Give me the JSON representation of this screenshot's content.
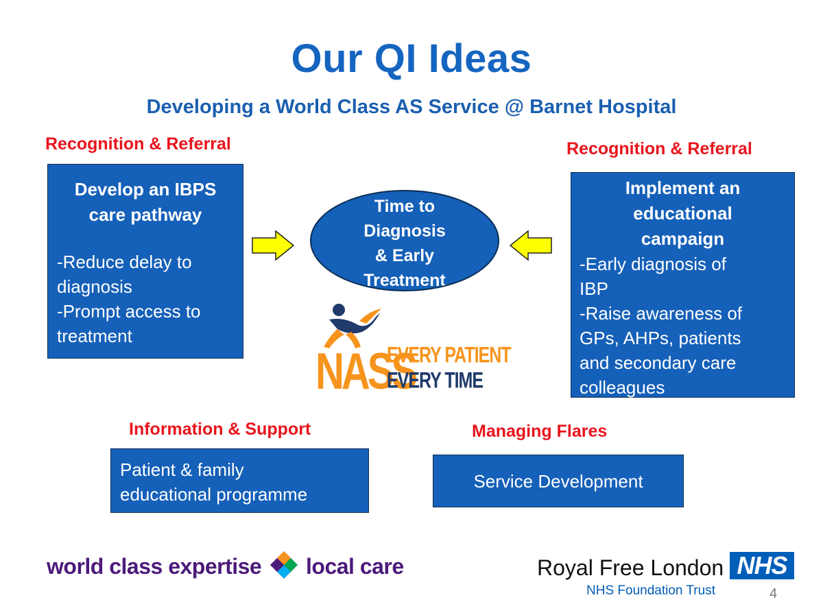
{
  "slide": {
    "title": "Our QI Ideas",
    "subtitle": "Developing a World Class AS Service @ Barnet Hospital",
    "page_number": "4"
  },
  "left_panel": {
    "label": "Recognition & Referral",
    "heading_line1": "Develop an IBPS",
    "heading_line2": "care pathway",
    "bullets": [
      "-Reduce delay to",
      "diagnosis",
      "-Prompt access to",
      "treatment"
    ]
  },
  "right_panel": {
    "label": "Recognition & Referral",
    "heading_line1": "Implement an",
    "heading_line2": "educational",
    "heading_line3": "campaign",
    "bullets": [
      "-Early diagnosis of",
      "IBP",
      "-Raise awareness of",
      "GPs, AHPs, patients",
      "and secondary care",
      "colleagues"
    ]
  },
  "center": {
    "lines": [
      "Time to",
      "Diagnosis",
      "& Early",
      "Treatment"
    ]
  },
  "nass_logo": {
    "wordmark": "NASS",
    "line1": "EVERY PATIENT",
    "line2": "EVERY TIME"
  },
  "bottom_left": {
    "label": "Information & Support",
    "line1": "Patient & family",
    "line2": "educational programme"
  },
  "bottom_right": {
    "label": "Managing Flares",
    "text": "Service Development"
  },
  "footer": {
    "tagline_left": "world class expertise",
    "tagline_right": "local care",
    "org_name": "Royal Free London",
    "nhs": "NHS",
    "trust": "NHS Foundation Trust"
  },
  "colors": {
    "title_blue": "#1565c0",
    "box_blue": "#1560b8",
    "label_red": "#e8141c",
    "arrow_yellow": "#ffff00",
    "nass_orange": "#f7941d",
    "nass_navy": "#1f3a6b",
    "footer_purple": "#4b1a7a",
    "nhs_blue": "#005eb8"
  }
}
